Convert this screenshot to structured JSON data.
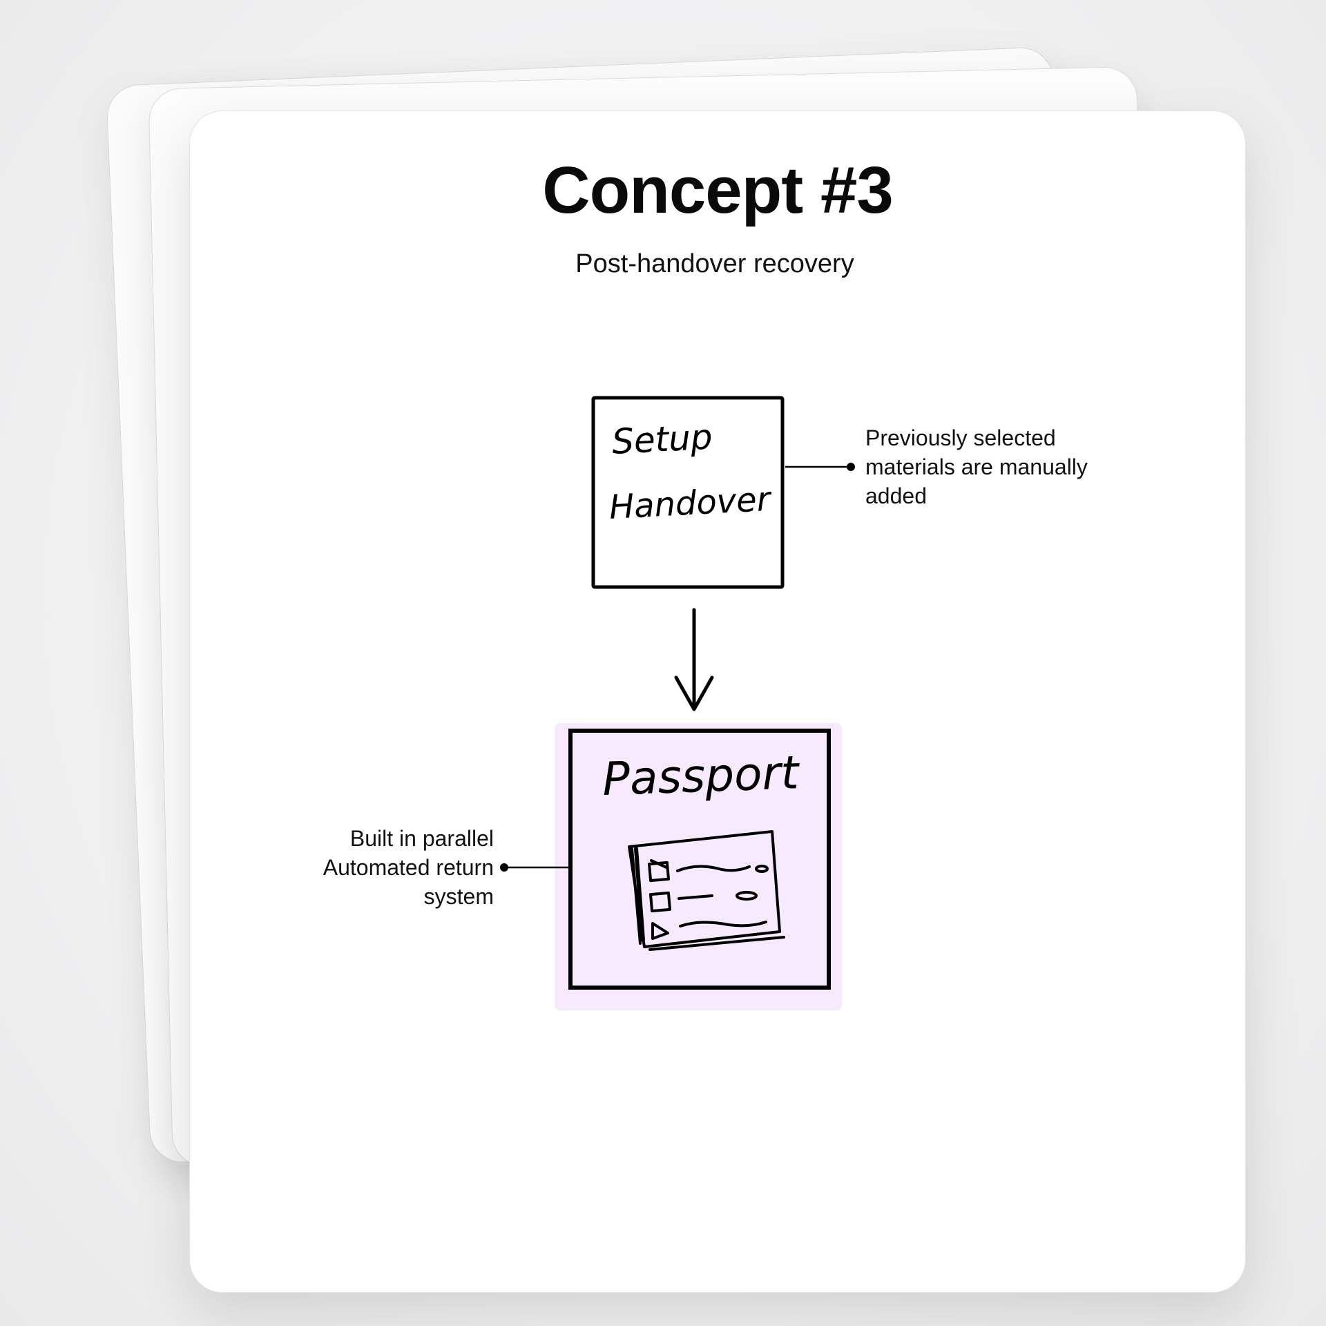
{
  "card": {
    "title": "Concept #3",
    "subtitle": "Post-handover recovery"
  },
  "diagram": {
    "node_setup": {
      "line1": "Setup",
      "line2": "Handover"
    },
    "node_passport": {
      "label": "Passport",
      "fill_color": "#f7eaff"
    },
    "annotation_right": {
      "lines": [
        "Previously selected",
        "materials are manually",
        "added"
      ]
    },
    "annotation_left": {
      "lines": [
        "Built in parallel",
        "Automated return",
        "system"
      ]
    }
  }
}
